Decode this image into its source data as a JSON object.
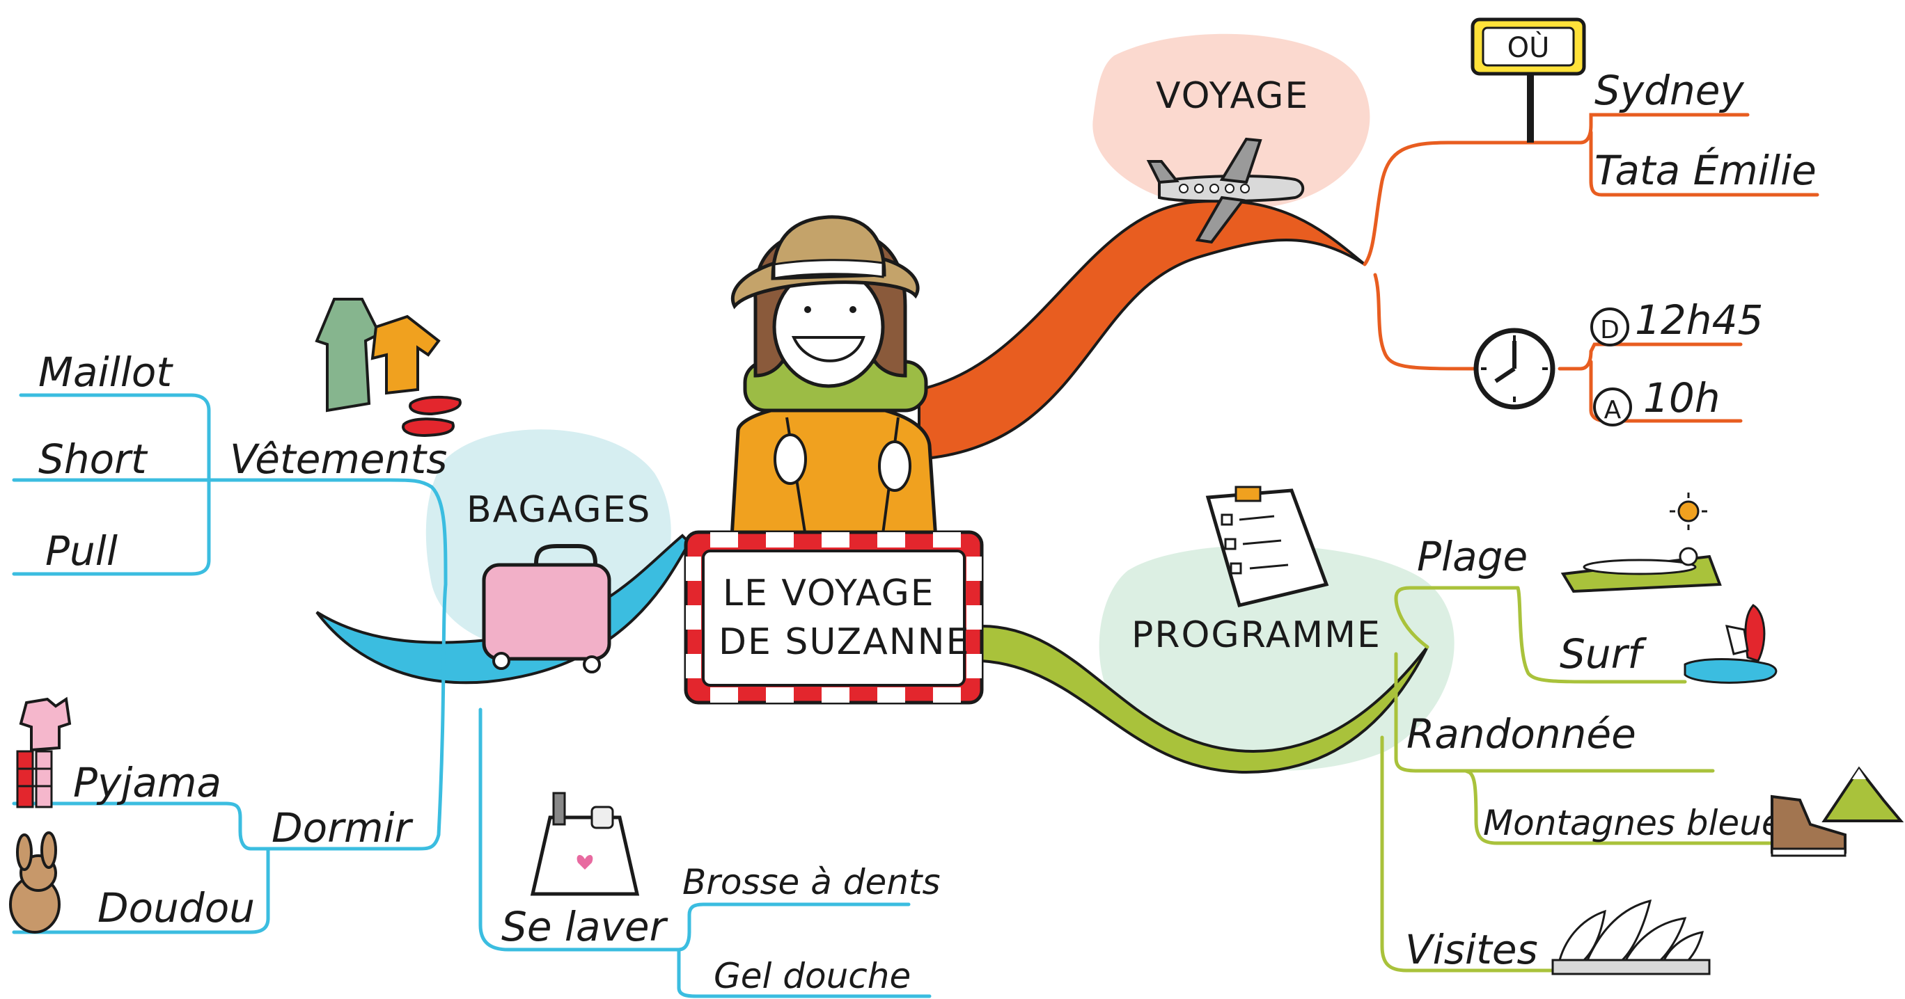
{
  "center": {
    "line1": "LE VOYAGE",
    "line2": "DE SUZANNE"
  },
  "branches": {
    "voyage": {
      "label": "VOYAGE",
      "color": "#e85d20",
      "sign": "OÙ",
      "where": [
        "Sydney",
        "Tata Émilie"
      ],
      "times": [
        {
          "badge": "D",
          "value": "12h45"
        },
        {
          "badge": "A",
          "value": "10h"
        }
      ]
    },
    "bagages": {
      "label": "BAGAGES",
      "color": "#3bbde0",
      "vetements": {
        "label": "Vêtements",
        "items": [
          "Maillot",
          "Short",
          "Pull"
        ]
      },
      "dormir": {
        "label": "Dormir",
        "items": [
          "Pyjama",
          "Doudou"
        ]
      },
      "selaver": {
        "label": "Se laver",
        "items": [
          "Brosse à dents",
          "Gel douche"
        ]
      }
    },
    "programme": {
      "label": "PROGRAMME",
      "color": "#a9c23b",
      "items": [
        "Plage",
        "Surf",
        "Randonnée",
        "Visites"
      ],
      "sub": "Montagnes bleues"
    }
  },
  "colors": {
    "voyage_bubble": "#fbd9cf",
    "bagages_bubble": "#d6eef1",
    "programme_bubble": "#dcefe3",
    "frame_red": "#e3262d"
  },
  "icons": [
    "airplane-icon",
    "bus-stop-sign-icon",
    "clock-icon",
    "suitcase-icon",
    "clothes-icon",
    "pajama-icon",
    "bunny-icon",
    "toiletry-bag-icon",
    "checklist-icon",
    "sun-icon",
    "beach-towel-icon",
    "surfer-icon",
    "hiking-shoe-icon",
    "mountain-icon",
    "opera-house-icon",
    "traveler-girl-icon"
  ]
}
